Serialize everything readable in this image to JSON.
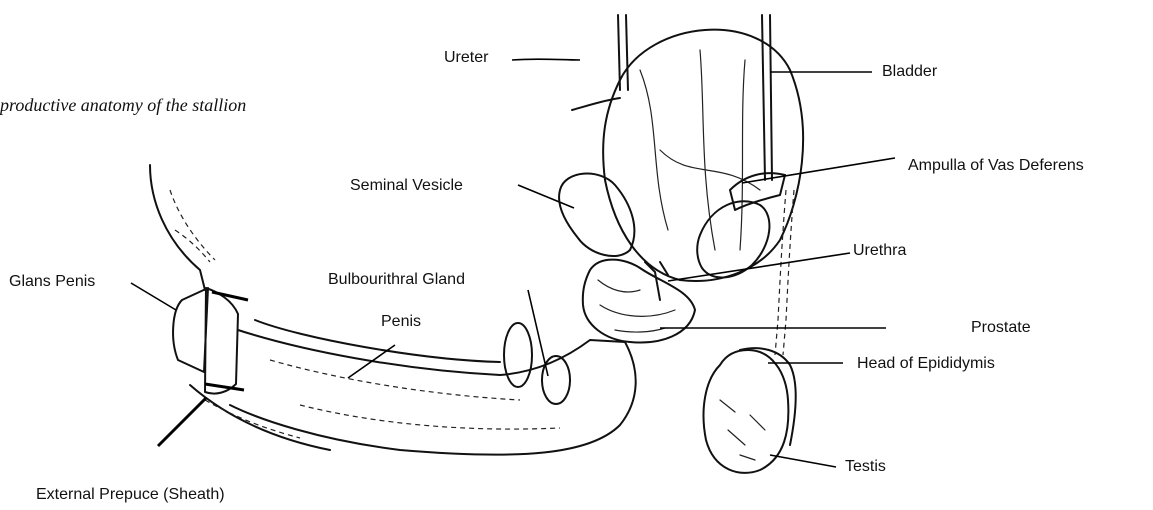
{
  "caption": "productive anatomy of the stallion",
  "labels": {
    "ureter": "Ureter",
    "bladder": "Bladder",
    "ampulla": "Ampulla of Vas Deferens",
    "seminal_vesicle": "Seminal Vesicle",
    "urethra": "Urethra",
    "bulbourethral_gland": "Bulbourithral Gland",
    "glans_penis": "Glans Penis",
    "penis": "Penis",
    "prostate": "Prostate",
    "epididymis_head": "Head of Epididymis",
    "testis": "Testis",
    "external_prepuce": "External Prepuce (Sheath)"
  }
}
